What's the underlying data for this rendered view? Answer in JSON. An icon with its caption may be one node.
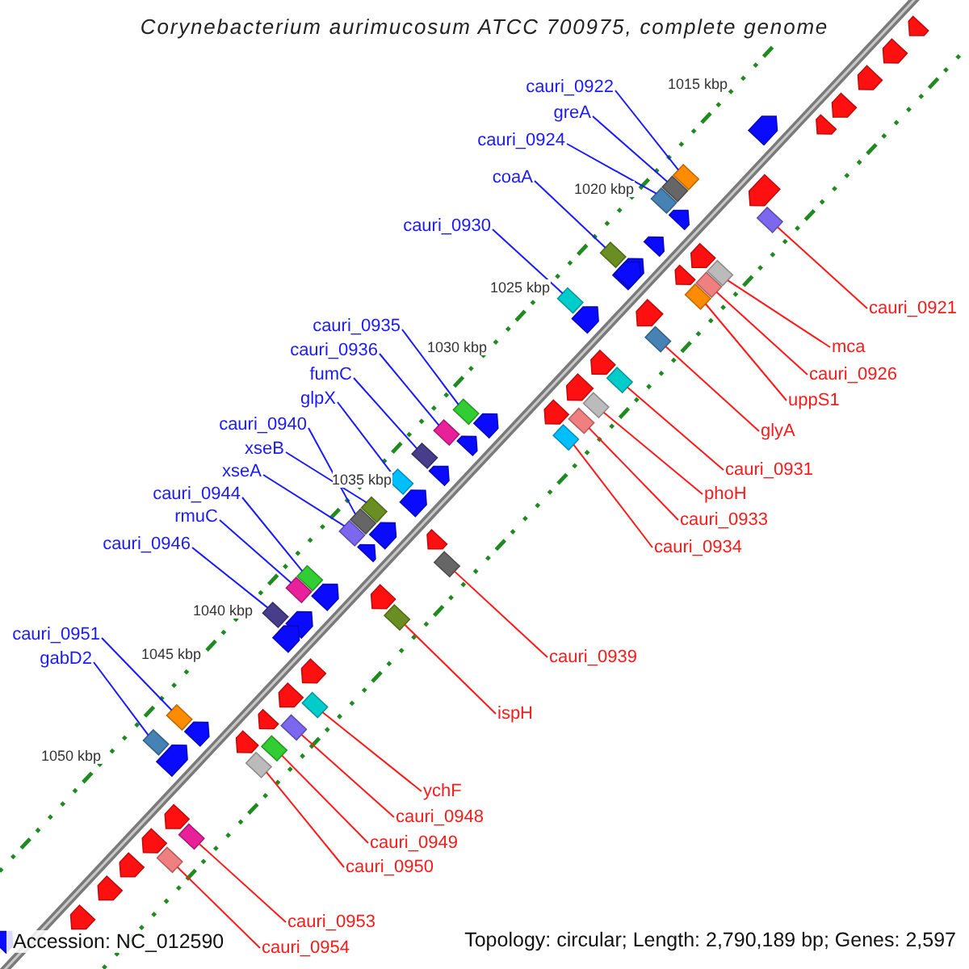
{
  "diagram": {
    "title": "Corynebacterium aurimucosum ATCC 700975, complete genome",
    "nodes": [
      {
        "text": [
          "cauri_0922"
        ]
      },
      {
        "text": [
          "greA"
        ]
      },
      {
        "text": [
          "cauri_0924"
        ]
      },
      {
        "text": [
          "coaA"
        ]
      },
      {
        "text": [
          "cauri_0930"
        ]
      },
      {
        "text": [
          "cauri_0921"
        ]
      },
      {
        "text": [
          "cauri_0935"
        ]
      },
      {
        "text": [
          "mca"
        ]
      },
      {
        "text": [
          "cauri_0936"
        ]
      },
      {
        "text": [
          "cauri_0926"
        ]
      },
      {
        "text": [
          "fumC"
        ]
      },
      {
        "text": [
          "glpX"
        ]
      },
      {
        "text": [
          "uppS1"
        ]
      },
      {
        "text": [
          "cauri_0940"
        ]
      },
      {
        "text": [
          "glyA"
        ]
      },
      {
        "text": [
          "xseB"
        ]
      },
      {
        "text": [
          "cauri_0931"
        ]
      },
      {
        "text": [
          "xseA"
        ]
      },
      {
        "text": [
          "cauri_0944"
        ]
      },
      {
        "text": [
          "phoH"
        ]
      },
      {
        "text": [
          "rmuC"
        ]
      },
      {
        "text": [
          "cauri_0933"
        ]
      },
      {
        "text": [
          "cauri_0946"
        ]
      },
      {
        "text": [
          "cauri_0934"
        ]
      },
      {
        "text": [
          "cauri_0951"
        ]
      },
      {
        "text": [
          "cauri_0939"
        ]
      },
      {
        "text": [
          "gabD2"
        ]
      },
      {
        "text": [
          "ispH"
        ]
      },
      {
        "text": [
          "ychF"
        ]
      },
      {
        "text": [
          "cauri_0948"
        ]
      },
      {
        "text": [
          "cauri_0949"
        ]
      },
      {
        "text": [
          "cauri_0950"
        ]
      },
      {
        "text": [
          "cauri_0953"
        ]
      },
      {
        "text": [
          "cauri_0954"
        ]
      },
      {
        "text": [],
        "shape": "box"
      },
      {
        "text": [],
        "shape": "box"
      },
      {
        "text": [],
        "shape": "box"
      },
      {
        "text": [],
        "shape": "box"
      },
      {
        "text": [],
        "shape": "box"
      },
      {
        "text": [],
        "shape": "box"
      },
      {
        "text": [],
        "shape": "box"
      },
      {
        "text": [],
        "shape": "box"
      },
      {
        "text": [],
        "shape": "box"
      },
      {
        "text": [],
        "shape": "box"
      },
      {
        "text": [],
        "shape": "box"
      },
      {
        "text": [],
        "shape": "box"
      },
      {
        "text": [],
        "shape": "box"
      },
      {
        "text": [],
        "shape": "box"
      },
      {
        "text": [],
        "shape": "box"
      },
      {
        "text": [],
        "shape": "box"
      },
      {
        "text": [],
        "shape": "box"
      },
      {
        "text": [],
        "shape": "box"
      },
      {
        "text": [],
        "shape": "box"
      },
      {
        "text": [],
        "shape": "box"
      },
      {
        "text": [],
        "shape": "box"
      },
      {
        "text": [],
        "shape": "box"
      },
      {
        "text": [],
        "shape": "box"
      },
      {
        "text": [],
        "shape": "box"
      },
      {
        "text": [],
        "shape": "box"
      },
      {
        "text": [],
        "shape": "box"
      },
      {
        "text": [],
        "shape": "box"
      },
      {
        "text": [],
        "shape": "box"
      },
      {
        "text": [],
        "shape": "box"
      },
      {
        "text": [],
        "shape": "box"
      },
      {
        "text": [],
        "shape": "box"
      },
      {
        "text": [],
        "shape": "box"
      },
      {
        "text": [],
        "shape": "box"
      },
      {
        "text": [],
        "shape": "box"
      }
    ],
    "edges": [
      {
        "from": 0,
        "to": 34,
        "arrow": "none",
        "color": "#1a1aff"
      },
      {
        "from": 1,
        "to": 35,
        "arrow": "none",
        "color": "#1a1aff"
      },
      {
        "from": 2,
        "to": 36,
        "arrow": "none",
        "color": "#1a1aff"
      },
      {
        "from": 3,
        "to": 37,
        "arrow": "none",
        "color": "#1a1aff"
      },
      {
        "from": 4,
        "to": 38,
        "arrow": "none",
        "color": "#1a1aff"
      },
      {
        "from": 5,
        "to": 39,
        "arrow": "none",
        "color": "#ff1a1a"
      },
      {
        "from": 6,
        "to": 40,
        "arrow": "none",
        "color": "#1a1aff"
      },
      {
        "from": 7,
        "to": 41,
        "arrow": "none",
        "color": "#ff1a1a"
      },
      {
        "from": 8,
        "to": 42,
        "arrow": "none",
        "color": "#1a1aff"
      },
      {
        "from": 9,
        "to": 43,
        "arrow": "none",
        "color": "#ff1a1a"
      },
      {
        "from": 10,
        "to": 44,
        "arrow": "none",
        "color": "#1a1aff"
      },
      {
        "from": 11,
        "to": 45,
        "arrow": "none",
        "color": "#1a1aff"
      },
      {
        "from": 12,
        "to": 46,
        "arrow": "none",
        "color": "#ff1a1a"
      },
      {
        "from": 13,
        "to": 47,
        "arrow": "none",
        "color": "#1a1aff"
      },
      {
        "from": 14,
        "to": 48,
        "arrow": "none",
        "color": "#ff1a1a"
      },
      {
        "from": 15,
        "to": 49,
        "arrow": "none",
        "color": "#1a1aff"
      },
      {
        "from": 16,
        "to": 50,
        "arrow": "none",
        "color": "#ff1a1a"
      },
      {
        "from": 17,
        "to": 51,
        "arrow": "none",
        "color": "#1a1aff"
      },
      {
        "from": 18,
        "to": 52,
        "arrow": "none",
        "color": "#1a1aff"
      },
      {
        "from": 19,
        "to": 53,
        "arrow": "none",
        "color": "#ff1a1a"
      },
      {
        "from": 20,
        "to": 54,
        "arrow": "none",
        "color": "#1a1aff"
      },
      {
        "from": 21,
        "to": 55,
        "arrow": "none",
        "color": "#ff1a1a"
      },
      {
        "from": 22,
        "to": 56,
        "arrow": "none",
        "color": "#1a1aff"
      },
      {
        "from": 23,
        "to": 57,
        "arrow": "none",
        "color": "#ff1a1a"
      },
      {
        "from": 24,
        "to": 58,
        "arrow": "none",
        "color": "#1a1aff"
      },
      {
        "from": 25,
        "to": 59,
        "arrow": "none",
        "color": "#ff1a1a"
      },
      {
        "from": 26,
        "to": 60,
        "arrow": "none",
        "color": "#1a1aff"
      },
      {
        "from": 27,
        "to": 61,
        "arrow": "none",
        "color": "#ff1a1a"
      },
      {
        "from": 28,
        "to": 62,
        "arrow": "none",
        "color": "#ff1a1a"
      },
      {
        "from": 29,
        "to": 63,
        "arrow": "none",
        "color": "#ff1a1a"
      },
      {
        "from": 30,
        "to": 64,
        "arrow": "none",
        "color": "#ff1a1a"
      },
      {
        "from": 31,
        "to": 65,
        "arrow": "none",
        "color": "#ff1a1a"
      },
      {
        "from": 32,
        "to": 66,
        "arrow": "none",
        "color": "#ff1a1a"
      },
      {
        "from": 33,
        "to": 67,
        "arrow": "none",
        "color": "#ff1a1a"
      }
    ],
    "labels": [
      "1015 kbp",
      "1020 kbp",
      "1025 kbp",
      "1030 kbp",
      "1035 kbp",
      "1040 kbp",
      "1045 kbp",
      "1050 kbp",
      "Accession: NC_012590",
      "Topology: circular; Length: 2,790,189 bp; Genes: 2,597"
    ]
  }
}
